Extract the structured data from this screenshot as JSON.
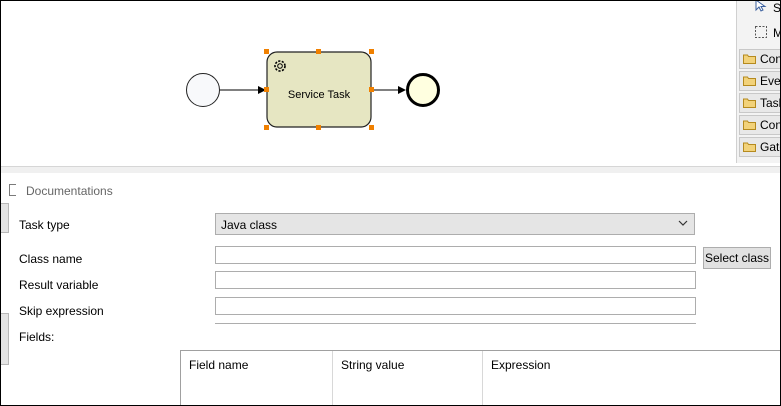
{
  "diagram": {
    "task_label": "Service Task"
  },
  "palette": {
    "tools": [
      {
        "label": "Se",
        "icon": "pointer-icon"
      },
      {
        "label": "M",
        "icon": "marquee-icon"
      }
    ],
    "drawers": [
      {
        "label": "Con"
      },
      {
        "label": "Even"
      },
      {
        "label": "Task"
      },
      {
        "label": "Cont"
      },
      {
        "label": "Gate"
      }
    ]
  },
  "properties": {
    "section_title": "Documentations",
    "task_type_label": "Task type",
    "task_type_value": "Java class",
    "class_name_label": "Class name",
    "class_name_value": "",
    "select_class_label": "Select class",
    "result_variable_label": "Result variable",
    "result_variable_value": "",
    "skip_expression_label": "Skip expression",
    "skip_expression_value": "",
    "fields_label": "Fields:",
    "fields_table": {
      "columns": [
        "Field name",
        "String value",
        "Expression"
      ]
    }
  },
  "colors": {
    "task_fill": "#e6e6c2",
    "end_event_fill": "#ffffe0",
    "selection_handle": "#f08000"
  }
}
